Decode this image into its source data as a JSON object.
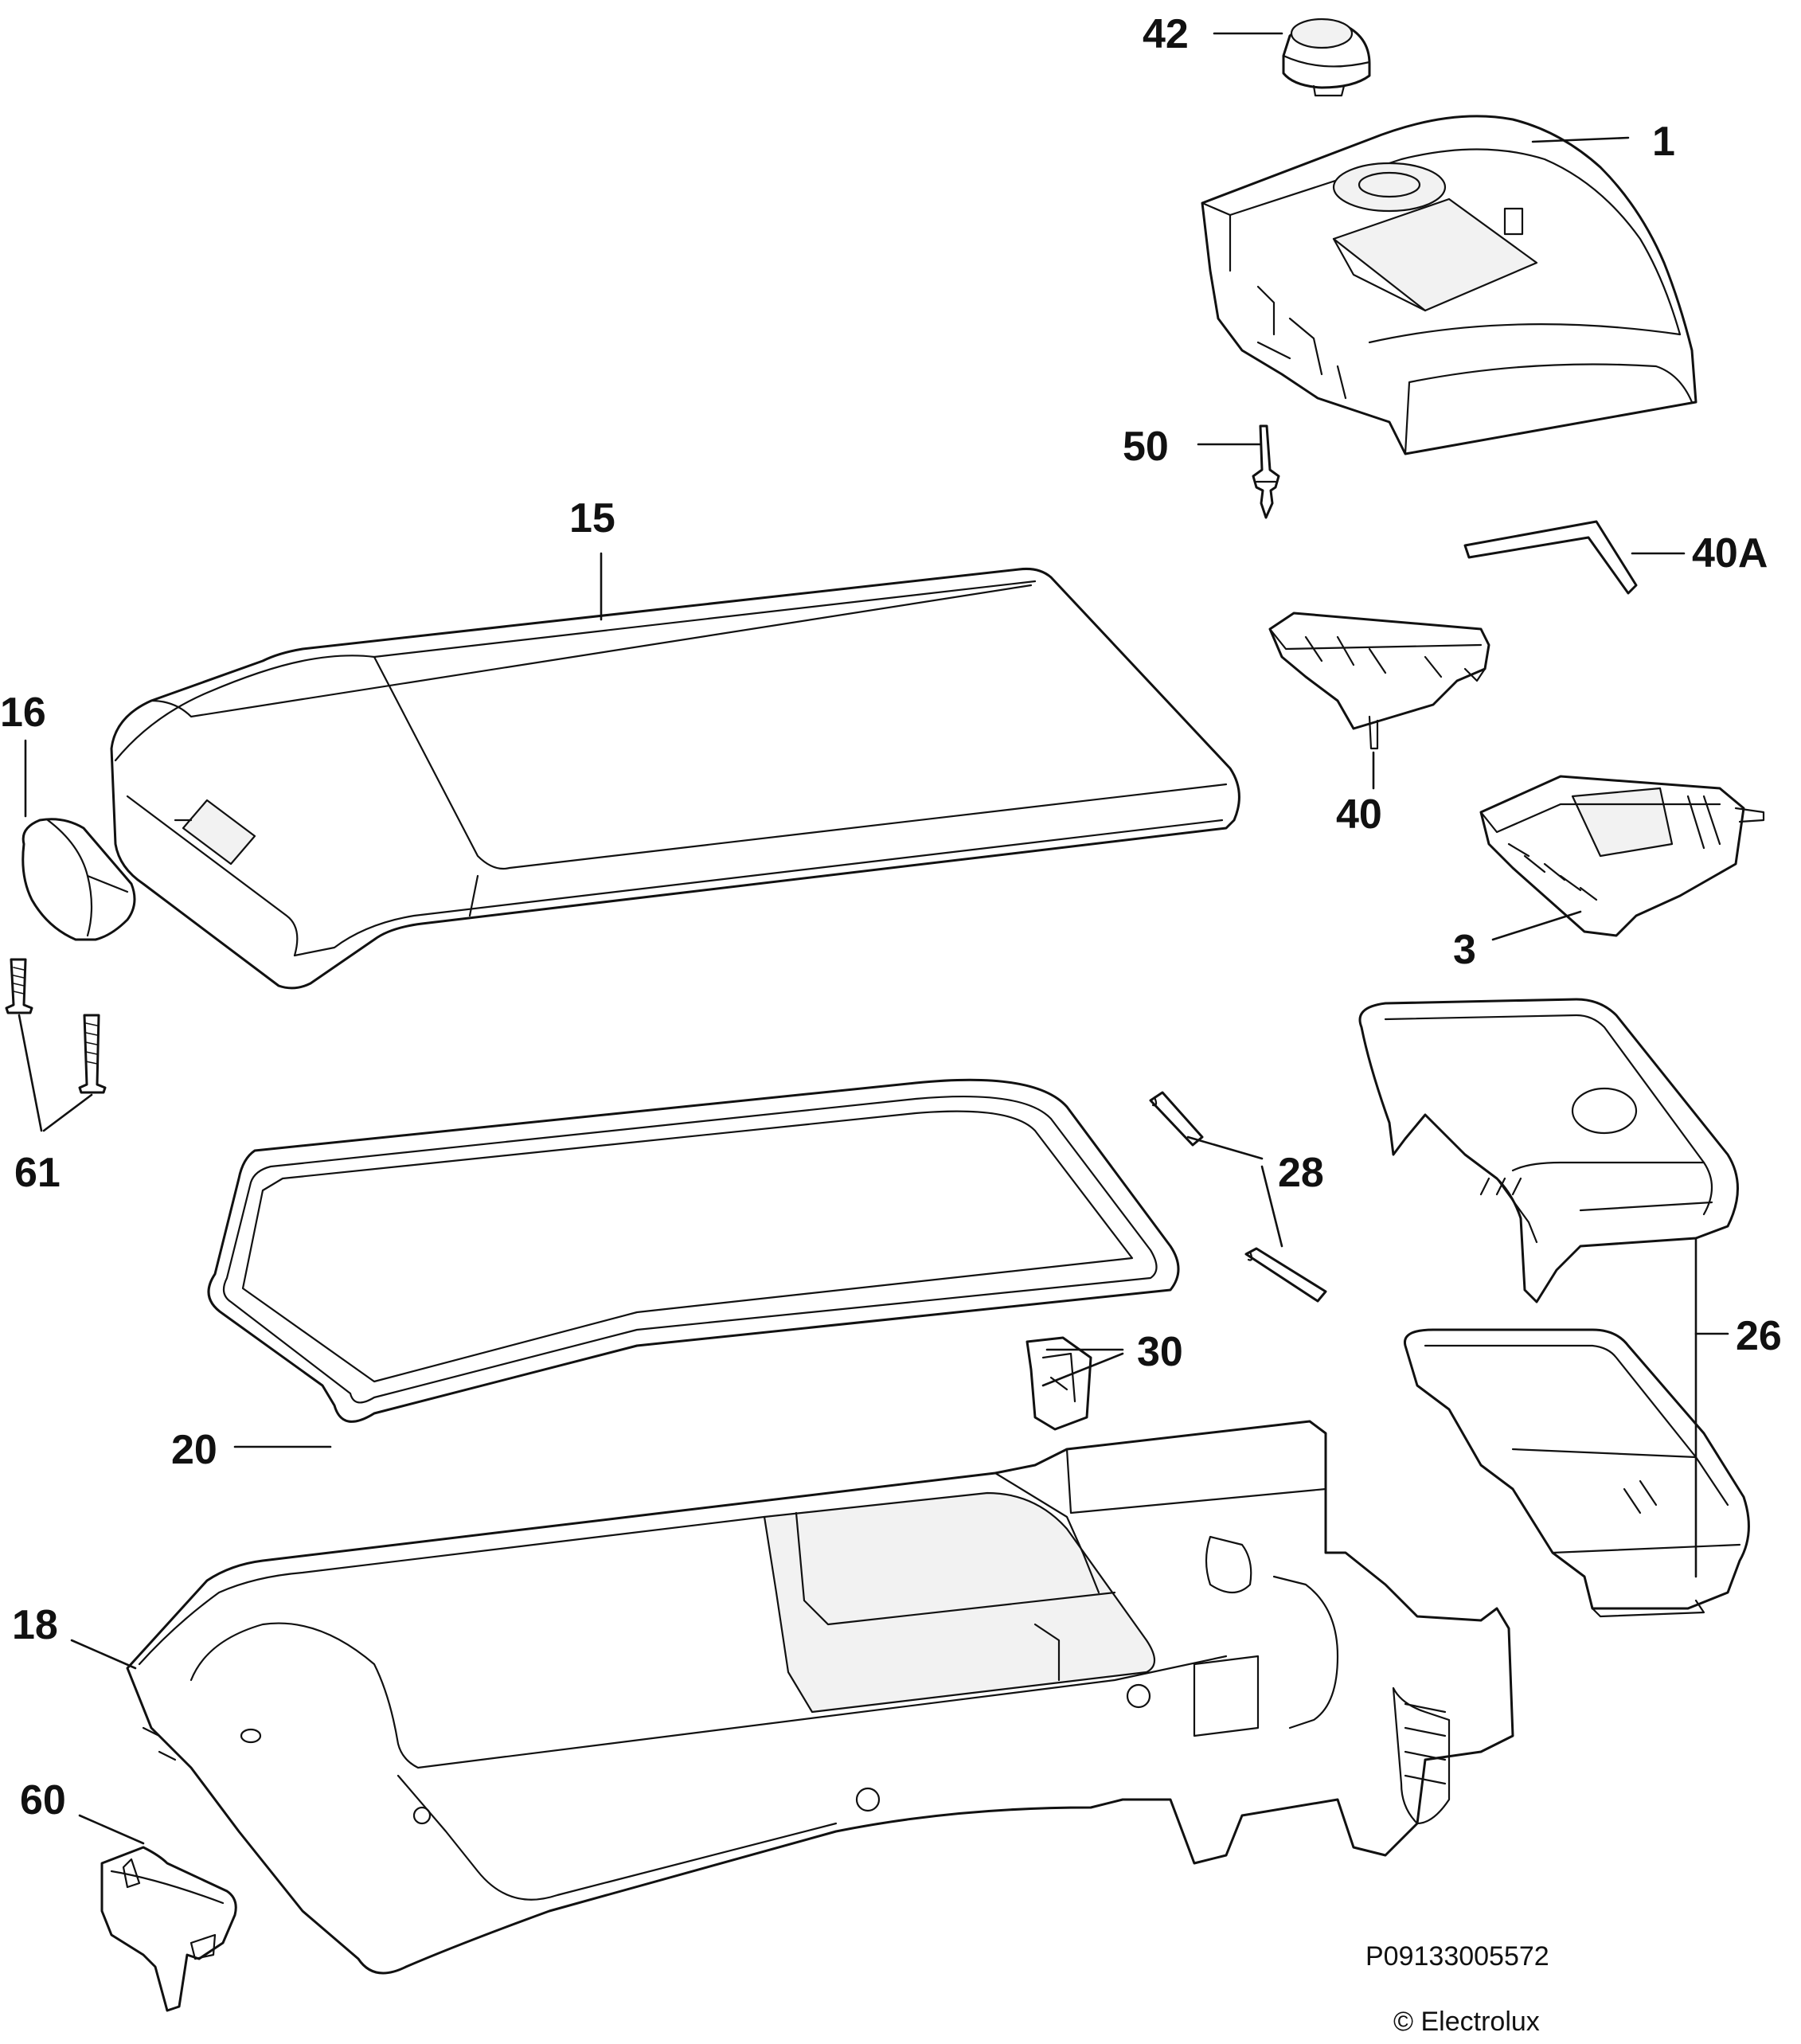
{
  "diagram": {
    "callouts": [
      {
        "id": "42",
        "label": "42"
      },
      {
        "id": "1",
        "label": "1"
      },
      {
        "id": "50",
        "label": "50"
      },
      {
        "id": "15",
        "label": "15"
      },
      {
        "id": "40A",
        "label": "40A"
      },
      {
        "id": "16",
        "label": "16"
      },
      {
        "id": "40",
        "label": "40"
      },
      {
        "id": "3",
        "label": "3"
      },
      {
        "id": "61",
        "label": "61"
      },
      {
        "id": "28",
        "label": "28"
      },
      {
        "id": "26",
        "label": "26"
      },
      {
        "id": "30",
        "label": "30"
      },
      {
        "id": "20",
        "label": "20"
      },
      {
        "id": "18",
        "label": "18"
      },
      {
        "id": "60",
        "label": "60"
      }
    ],
    "reference_code": "P09133005572",
    "copyright": "© Electrolux"
  },
  "colors": {
    "line": "#111111",
    "background": "#ffffff"
  }
}
